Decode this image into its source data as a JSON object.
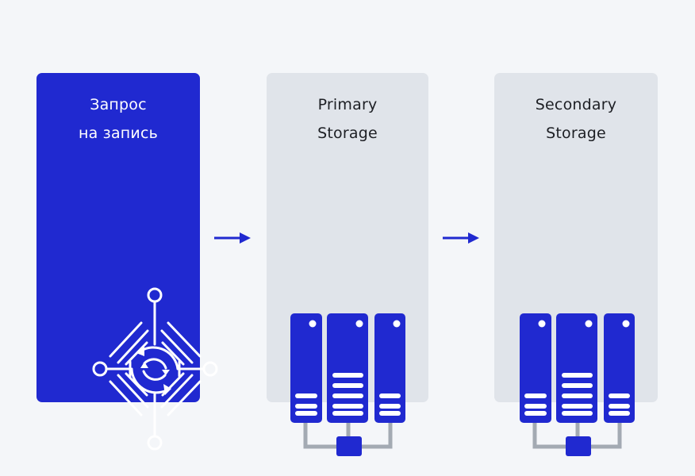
{
  "diagram": {
    "colors": {
      "accent": "#2029d0",
      "card_bg": "#e0e4ea",
      "page_bg": "#f4f6f9",
      "connector": "#a3aab3",
      "text_dark": "#1d1f24",
      "text_light": "#ffffff"
    },
    "steps": [
      {
        "id": "request",
        "title_line1": "Запрос",
        "title_line2": "на запись",
        "icon": "data-sync-circuit-icon"
      },
      {
        "id": "primary",
        "title_line1": "Primary",
        "title_line2": "Storage",
        "icon": "server-rack-icon"
      },
      {
        "id": "secondary",
        "title_line1": "Secondary",
        "title_line2": "Storage",
        "icon": "server-rack-icon"
      }
    ],
    "connectors": [
      {
        "from": "request",
        "to": "primary",
        "icon": "arrow-right-icon"
      },
      {
        "from": "primary",
        "to": "secondary",
        "icon": "arrow-right-icon"
      }
    ]
  }
}
